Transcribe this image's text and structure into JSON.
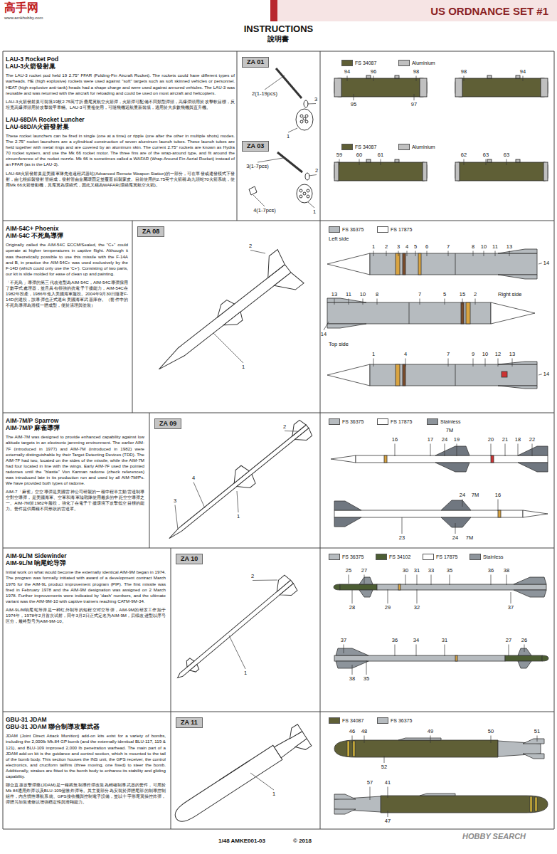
{
  "diagram": {
    "title": "INSTRUCTIONS",
    "nodes": [
      {
        "text": [
          "US ORDNANCE SET #1"
        ]
      },
      {
        "text": [
          "LAU-3 Rocket Pod",
          "LAU-3火箭發射巢",
          "The LAU-3 rocket pod held 19 2.75\" FFAR (Folding-Fin Aircraft Rocket). The rockets could have different types of warheads. HE (high explosive) rockets were used against \"soft\" targets such as soft skinned vehicles or personnel. HEAT (high explosive anti-tank) heads had a shape charge and were used against armored vehicles. The LAU-3 was reusable and was returned with the aircraft for reloading and could be used on most aircraft and helicopters.",
          "LAU-3火箭發射巢可裝填19枚2.75英寸折疊尾翼航空火箭彈，火箭彈可配備不同類型彈頭，高爆彈頭用於攻擊軟目標，反坦克高爆彈頭用於攻擊裝甲車輛。LAU-3可重複使用，可隨飛機返航重新裝填，適用於大多數飛機與直升機。",
          "LAU-68D/A Rocket Luncher",
          "LAU-68D/A火箭發射巢",
          "These rocket launchers can be fired in single (one at a time) or ripple (one after the other in multiple shots) modes. The 2.75\" rocket launchers are a cylindrical construction of seven aluminum launch tubes. These launch tubes are held together with metal rings and are covered by an aluminum skin. The current 2.75\" rockets are known as Hydra 70 rocket system, and use the Mk 66 rocket motor. The three fins are of the wrap-around type, and fit around the circumference of the rocket nozzle. Mk 66 is sometimes called a WAFAR (Wrap-Around Fin Aerial Rocket) instead of an FFAR (as in the LAU-3).",
          "LAU-68火箭發射巢是美國軍隊先進遠程武器站(Advanced Remote Weapon Station)的一部分，可在單發或連發模式下發射，由七根鋁製發射管組成，發射管由金屬環固定並覆蓋鋁製蒙皮。目前使用的2.75英寸火箭稱為九頭蛇70火箭系統，使用Mk 66火箭發動機，其尾翼為環繞式，因此又稱為WAFAR(環繞尾翼航空火箭)。"
        ]
      },
      {
        "text": [
          "ZA 01"
        ],
        "in": 1
      },
      {
        "text": [
          "ZA 03"
        ],
        "in": 1
      },
      {
        "text": [
          "AIM-54C+ Phoenix",
          "AIM-54C 不死鳥導彈",
          "Originally called the AIM-54C ECCM/Sealed, the \"C+\" could operate at higher temperatures in captive flight. Although it was theoretically possible to use this missile with the F-14A and B, in practice the AIM-54C+ was used exclusively by the F-14D (which could only use the 'C+'). Consisting of two parts, our kit is slide molded for ease of clean up and painting.",
          "「不死鳥」導彈的第三代改進型為AIM-54C，AIM-54C導彈採用了數字式處理器，並且具有很強的抗電子干擾能力，AIM-54C在1982年投產，1986年進入美國海軍服役。2004年9月30日隨著F-14D的退役，該導彈也正式退出美國海軍武器庫存。（套件中的不死鳥導彈為滑模一體成型，便於清理與塗裝）"
        ]
      },
      {
        "text": [
          "ZA 08"
        ],
        "in": 4
      },
      {
        "text": [
          "AIM-7M/P Sparrow",
          "AIM-7M/P 麻雀導彈",
          "The AIM-7M was designed to provide enhanced capability against low altitude targets in an electronic jamming environment. The earlier AIM-7F (introduced in 1977) and AIM-7M (introduced in 1982) were externally distinguishable by their Target Detecting Devices (TDD). The AIM-7F had two, located on the sides of the missile, while the AIM-7M had four located in line with the wings. Early AIM-7F used the pointed radomes until the \"blastie\" Von Karman radome (check references) was introduced late in its production run and used by all AIM-7M/Ps. We have provided both types of radome.",
          "AIM-7「麻雀」空空導彈是美國雷神公司研製的一種中程半主動雷達制導空對空導彈，是美國海軍、空軍和海軍陸戰隊使用最多的中距空空導彈之一。AIM-7M於1982年服役，強化了在電子干擾環境下攻擊低空目標的能力。套件提供兩種不同形狀的雷達罩。"
        ]
      },
      {
        "text": [
          "ZA 09"
        ],
        "in": 6
      },
      {
        "text": [
          "AIM-9L/M Sidewinder",
          "AIM-9L/M 响尾蛇导弹",
          "Initial work on what would become the externally identical AIM-9M began in 1974. The program was formally initiated with award of a development contract March 1976 for the AIM-9L product improvement program (PIP). The first missile was fired in February 1978 and the AIM-9M designation was assigned on 2 March 1978. Further improvements were indicated by 'dash' numbers, and the ultimate variant was the AIM-9M-10 with captive trainers reaching CATM-9M-34.",
          "AIM-9L/M响尾蛇导弹是一种红外制导的短程空对空导弹，AIM-9M的研发工作始于1974年，1978年2月首次试射，同年3月2日正式定名为AIM-9M，后续改进型以序号区分，最终型号为AIM-9M-10。"
        ]
      },
      {
        "text": [
          "ZA 10"
        ],
        "in": 8
      },
      {
        "text": [
          "GBU-31 JDAM",
          "GBU-31 JDAM 聯合制導攻擊武器",
          "JDAM (Joint Direct Attack Munition) add-on kits exist for a variety of bombs, including the 2,000lb Mk.84 GP bomb (and the externally identical BLU-117, 119 & 121), and BLU-109 improved 2,000 lb penetration warhead. The main part of a JDAM add-on kit is the guidance and control section, which is mounted to the tail of the bomb body. This section houses the INS unit, the GPS receiver, the control electronics, and cruciform tailfins (three moving, one fixed) to steer the bomb. Additionally, strakes are fitted to the bomb body to enhance its stability and gliding capability.",
          "聯合直接攻擊彈藥(JDAM)是一種將無制導炸彈改裝為精確制導武器的套件，可用於Mk 84通用炸彈以及BLU-109侵徹炸彈等。其主要部分為安裝於彈體尾部的制導控制組件，內含慣性導航系統、GPS接收機與控制電子設備，並以十字形尾翼操控炸彈，彈體另加裝邊條以增強穩定性與滑翔能力。"
        ]
      },
      {
        "text": [
          "ZA 11"
        ],
        "in": 10
      }
    ],
    "labels": [
      "說明書",
      "高手网",
      "www.amkhobby.com",
      "2(1-19pcs)",
      "3",
      "1",
      "94",
      "96",
      "98",
      "98",
      "94",
      "95",
      "97",
      "3(1-7pcs)",
      "2",
      "1",
      "4(1-7pcs)",
      "59",
      "60",
      "61",
      "62",
      "63",
      "63",
      "2",
      "1",
      "Left side",
      "1",
      "2",
      "3",
      "4",
      "5",
      "6",
      "7",
      "8",
      "10",
      "11",
      "13",
      "14",
      "13",
      "11",
      "10",
      "8",
      "7",
      "5",
      "15",
      "2",
      "Right side",
      "14",
      "Top side",
      "1",
      "4",
      "7",
      "9",
      "10",
      "12",
      "13",
      "14",
      "2",
      "4",
      "3",
      "1",
      "7M",
      "16",
      "17",
      "24",
      "19",
      "20",
      "21",
      "18",
      "22",
      "24",
      "7M",
      "16",
      "23",
      "24",
      "7M",
      "2",
      "1",
      "25",
      "27",
      "30",
      "31",
      "33",
      "35",
      "36",
      "38",
      "28",
      "29",
      "32",
      "37",
      "37",
      "36",
      "34",
      "31",
      "27",
      "26",
      "38",
      "35",
      "1",
      "46",
      "48",
      "49",
      "50",
      "51",
      "52",
      "57",
      "41",
      "47",
      "1/48 AMKE001-03",
      "© 2018",
      "HOBBY SEARCH"
    ],
    "legend": [
      {
        "text": "FS 34087",
        "color": "#5f5f36"
      },
      {
        "text": "Aluminium",
        "color": "#c0c0c0"
      },
      {
        "text": "FS 34087",
        "color": "#5f5f36"
      },
      {
        "text": "Aluminium",
        "color": "#c0c0c0"
      },
      {
        "text": "FS 36375",
        "color": "#b6bbbf"
      },
      {
        "text": "FS 17875",
        "color": "#ffffff"
      },
      {
        "text": "FS 36375",
        "color": "#b6bbbf"
      },
      {
        "text": "FS 17875",
        "color": "#ffffff"
      },
      {
        "text": "Stainless",
        "color": "#8d949b"
      },
      {
        "text": "FS 36375",
        "color": "#b6bbbf"
      },
      {
        "text": "FS 34102",
        "color": "#4c5d33"
      },
      {
        "text": "FS 17875",
        "color": "#ffffff"
      },
      {
        "text": "Stainless",
        "color": "#8d949b"
      },
      {
        "text": "FS 34087",
        "color": "#5f5f36"
      },
      {
        "text": "FS 36375",
        "color": "#b6bbbf"
      }
    ]
  }
}
